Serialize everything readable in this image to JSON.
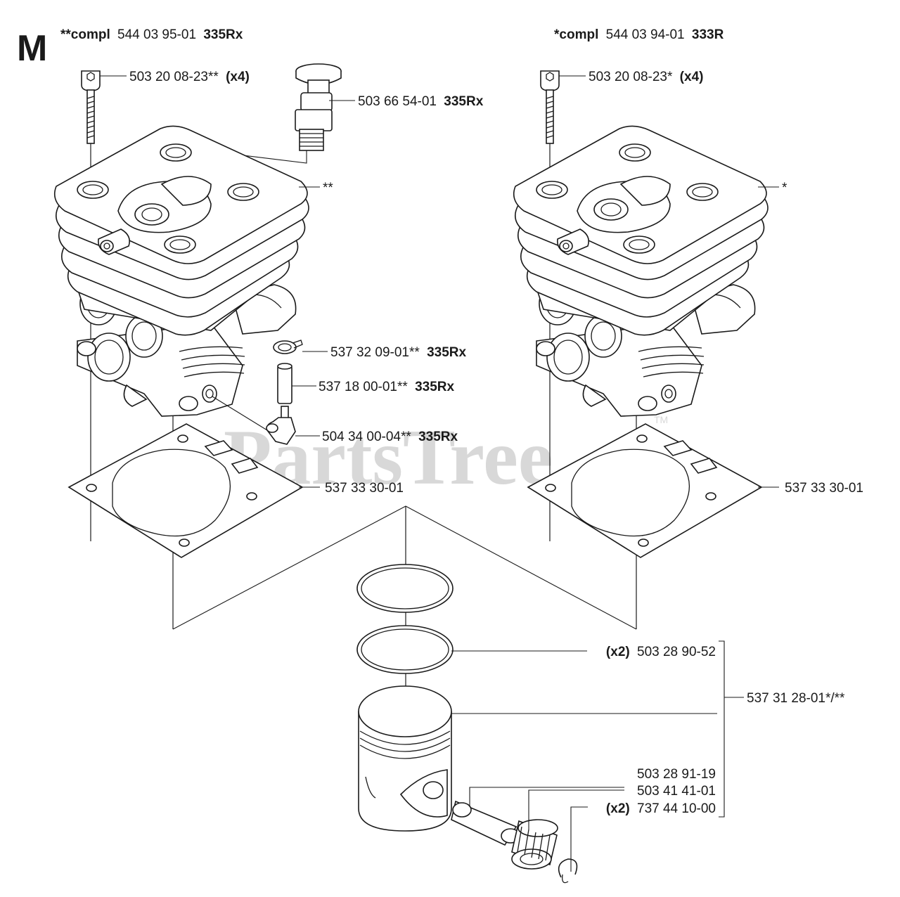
{
  "section": {
    "letter": "M"
  },
  "header": {
    "left": {
      "prefix": "**compl",
      "number": "544 03 95-01",
      "model": "335Rx"
    },
    "right": {
      "prefix": "*compl",
      "number": "544 03 94-01",
      "model": "333R"
    }
  },
  "watermark": {
    "text": "PartsTree",
    "tm": "TM"
  },
  "callouts": {
    "screw_left": {
      "number": "503 20 08-23**",
      "qty": "(x4)"
    },
    "decomp_valve": {
      "number": "503 66 54-01",
      "model": "335Rx"
    },
    "cylinder_left": {
      "mark": "**"
    },
    "clamp": {
      "number": "537 32 09-01**",
      "model": "335Rx"
    },
    "hose": {
      "number": "537 18 00-01**",
      "model": "335Rx"
    },
    "nipple": {
      "number": "504 34 00-04**",
      "model": "335Rx"
    },
    "gasket_left": {
      "number": "537 33 30-01"
    },
    "screw_right": {
      "number": "503 20 08-23*",
      "qty": "(x4)"
    },
    "cylinder_right": {
      "mark": "*"
    },
    "gasket_right": {
      "number": "537 33 30-01"
    },
    "piston_rings": {
      "qty": "(x2)",
      "number": "503 28 90-52"
    },
    "piston_kit": {
      "number": "537 31 28-01*/**"
    },
    "piston_pin": {
      "number": "503 28 91-19"
    },
    "needle_bearing": {
      "number": "503 41 41-01"
    },
    "circlip": {
      "qty": "(x2)",
      "number": "737 44 10-00"
    }
  }
}
